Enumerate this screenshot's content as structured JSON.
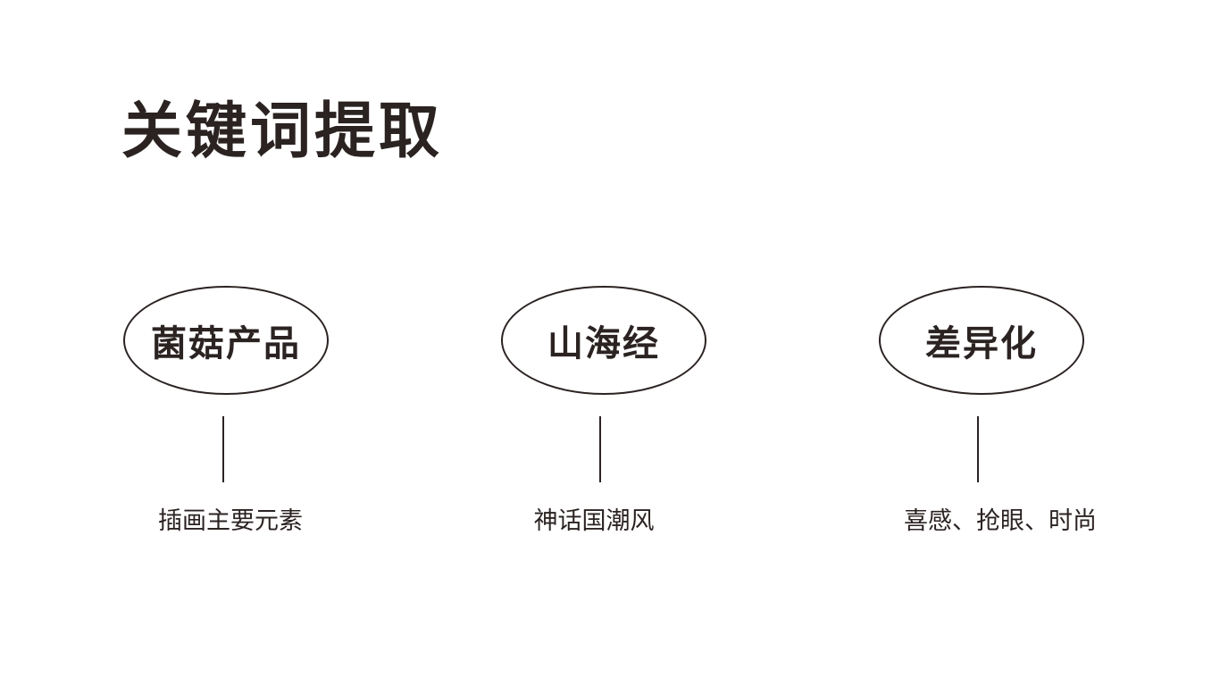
{
  "title": "关键词提取",
  "colors": {
    "ink": "#2b2322",
    "background": "#ffffff"
  },
  "nodes": [
    {
      "keyword": "菌菇产品",
      "description": "插画主要元素"
    },
    {
      "keyword": "山海经",
      "description": "神话国潮风"
    },
    {
      "keyword": "差异化",
      "description": "喜感、抢眼、时尚"
    }
  ]
}
